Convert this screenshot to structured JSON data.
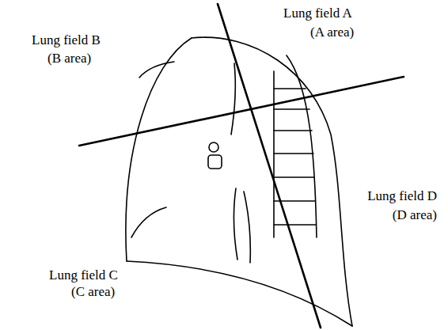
{
  "diagram": {
    "labels": [
      "Lung field A",
      "(A area)",
      "Lung field B",
      "(B area)",
      "Lung field C",
      "(C area)",
      "Lung field D",
      "(D area)"
    ]
  }
}
